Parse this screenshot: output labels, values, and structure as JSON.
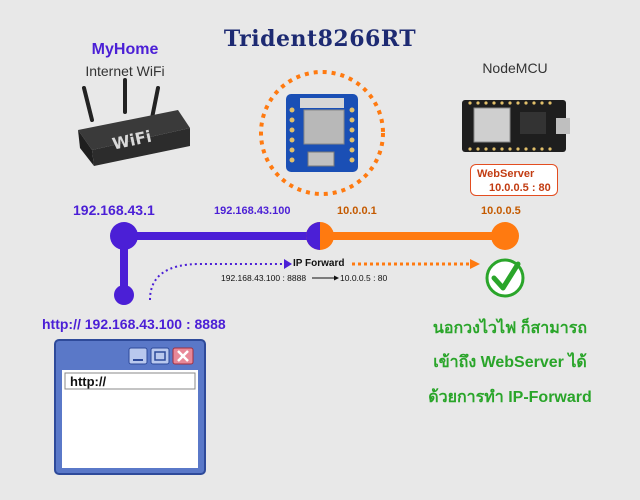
{
  "title": "Trident8266RT",
  "router": {
    "name": "MyHome",
    "subtitle": "Internet WiFi",
    "ip": "192.168.43.1",
    "badge": "WiFi"
  },
  "trident": {
    "ip_wifi": "192.168.43.100",
    "ip_local": "10.0.0.1"
  },
  "nodemcu": {
    "name": "NodeMCU",
    "ip": "10.0.0.5",
    "server_label": "WebServer",
    "server_addr": "10.0.0.5  : 80"
  },
  "forward": {
    "label": "IP Forward",
    "from": "192.168.43.100 : 8888",
    "to": "10.0.0.5 : 80"
  },
  "browser": {
    "url_label": "http:// 192.168.43.100 : 8888",
    "address_value": "http://"
  },
  "thai_lines": [
    "นอกวงไวไฟ ก็สามารถ",
    "เข้าถึง WebServer ได้",
    "ด้วยการทำ IP-Forward"
  ],
  "colors": {
    "purple": "#4b1fd6",
    "orange": "#ff7a10",
    "green": "#2aa52a",
    "title": "#1d2a72"
  }
}
